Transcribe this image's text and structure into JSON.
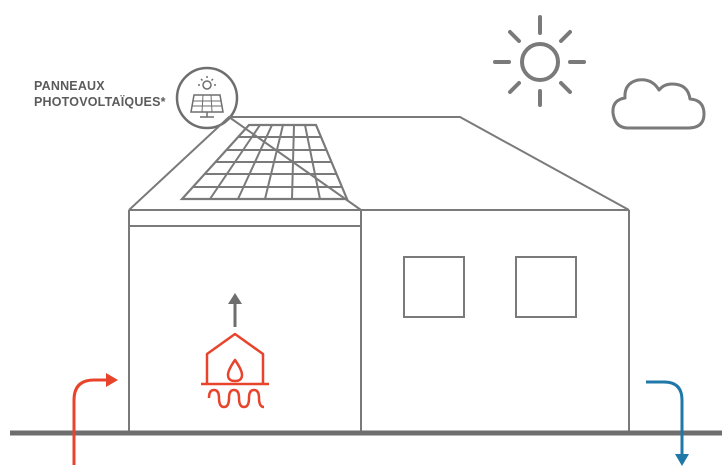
{
  "panel_label": {
    "line1": "PANNEAUX",
    "line2": "PHOTOVOLTAÏQUES*"
  },
  "colors": {
    "line": "#6e6e6e",
    "roof_line": "#7a7a7a",
    "accent_red": "#e8442c",
    "accent_blue": "#1f78a8"
  },
  "icons": {
    "sun": "sun-icon",
    "cloud": "cloud-icon",
    "solar_panel_badge": "solar-panel-badge-icon",
    "solar_panels": "solar-panel-array",
    "heat_pump": "heat-pump-icon",
    "up_arrow": "up-arrow-icon",
    "inlet_arrow": "inlet-arrow-icon",
    "outlet_arrow": "outlet-arrow-icon"
  }
}
